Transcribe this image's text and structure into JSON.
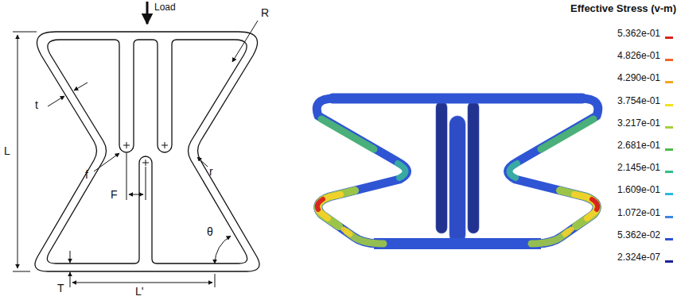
{
  "diagram": {
    "labels": [
      "Load",
      "R",
      "t",
      "f",
      "F",
      "r",
      "L",
      "θ",
      "T",
      "L'",
      "Effective Stress (v-m)"
    ],
    "legend": [
      {
        "text": "5.362e-01",
        "color": "#d7261e"
      },
      {
        "text": "4.826e-01",
        "color": "#f0642a"
      },
      {
        "text": "4.290e-01",
        "color": "#f5a623"
      },
      {
        "text": "3.754e-01",
        "color": "#f2e21e"
      },
      {
        "text": "3.217e-01",
        "color": "#a6d13a"
      },
      {
        "text": "2.681e-01",
        "color": "#4cbc4a"
      },
      {
        "text": "2.145e-01",
        "color": "#2fbf86"
      },
      {
        "text": "1.609e-01",
        "color": "#2bb8e0"
      },
      {
        "text": "1.072e-01",
        "color": "#3d86e3"
      },
      {
        "text": "5.362e-02",
        "color": "#2d52d2"
      },
      {
        "text": "2.324e-07",
        "color": "#1c2196"
      }
    ]
  }
}
